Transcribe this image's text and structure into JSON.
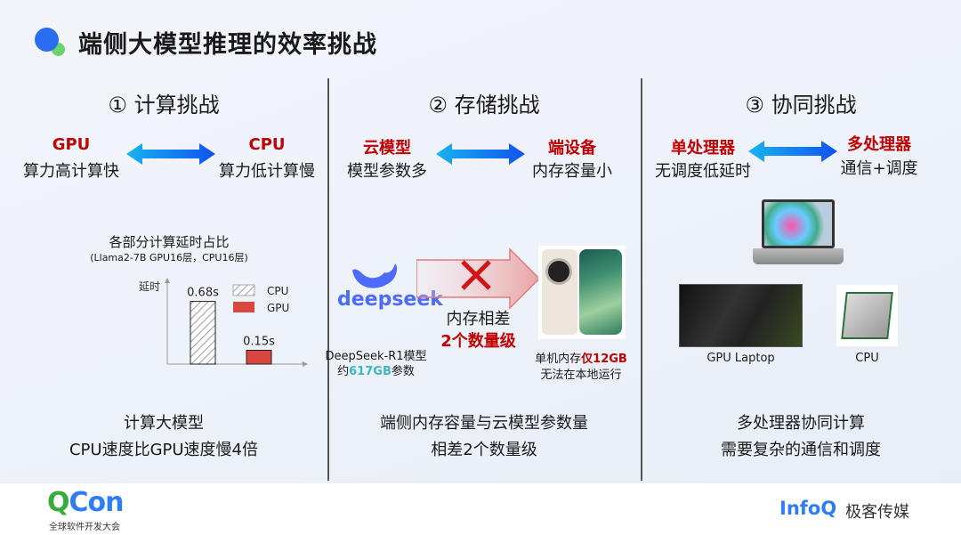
{
  "title": "端侧大模型推理的效率挑战",
  "col1": {
    "heading": "① 计算挑战",
    "left_red": "GPU",
    "left_sub": "算力高计算快",
    "right_red": "CPU",
    "right_sub": "算力低计算慢",
    "bottom1": "计算大模型",
    "bottom2": "CPU速度比GPU速度慢4倍"
  },
  "chart_data": {
    "type": "bar",
    "title": "各部分计算延时占比",
    "subtitle": "(Llama2-7B GPU16层，CPU16层)",
    "ylabel": "延时",
    "categories": [
      "CPU",
      "GPU"
    ],
    "values": [
      0.68,
      0.15
    ],
    "value_labels": [
      "0.68s",
      "0.15s"
    ],
    "legend": [
      "CPU",
      "GPU"
    ],
    "legend_position": "top-right",
    "ylim": [
      0,
      0.85
    ],
    "colors": {
      "CPU": "hatched",
      "GPU": "#d9463f"
    }
  },
  "col2": {
    "heading": "② 存储挑战",
    "left_red": "云模型",
    "left_sub": "模型参数多",
    "right_red": "端设备",
    "right_sub": "内存容量小",
    "logo": "deepseek",
    "gap1": "内存相差",
    "gap2": "2个数量级",
    "model1": "DeepSeek-R1模型",
    "model2_pre": "约",
    "model2_hl": "617GB",
    "model2_post": "参数",
    "phone1_pre": "单机内存",
    "phone1_hl": "仅12GB",
    "phone2": "无法在本地运行",
    "bottom1": "端侧内存容量与云模型参数量",
    "bottom2": "相差2个数量级"
  },
  "col3": {
    "heading": "③ 协同挑战",
    "left_red": "单处理器",
    "left_sub": "无调度低延时",
    "right_red": "多处理器",
    "right_sub": "通信+调度",
    "gpu_label": "GPU Laptop",
    "cpu_label": "CPU",
    "bottom1": "多处理器协同计算",
    "bottom2": "需要复杂的通信和调度"
  },
  "footer": {
    "qcon": "QCon",
    "qcon_sub": "全球软件开发大会",
    "infoq": "InfoQ",
    "infoq_sub": "极客传媒"
  },
  "colors": {
    "red": "#c00000",
    "teal": "#3bb8c4",
    "accent": "#2a6ef0"
  }
}
